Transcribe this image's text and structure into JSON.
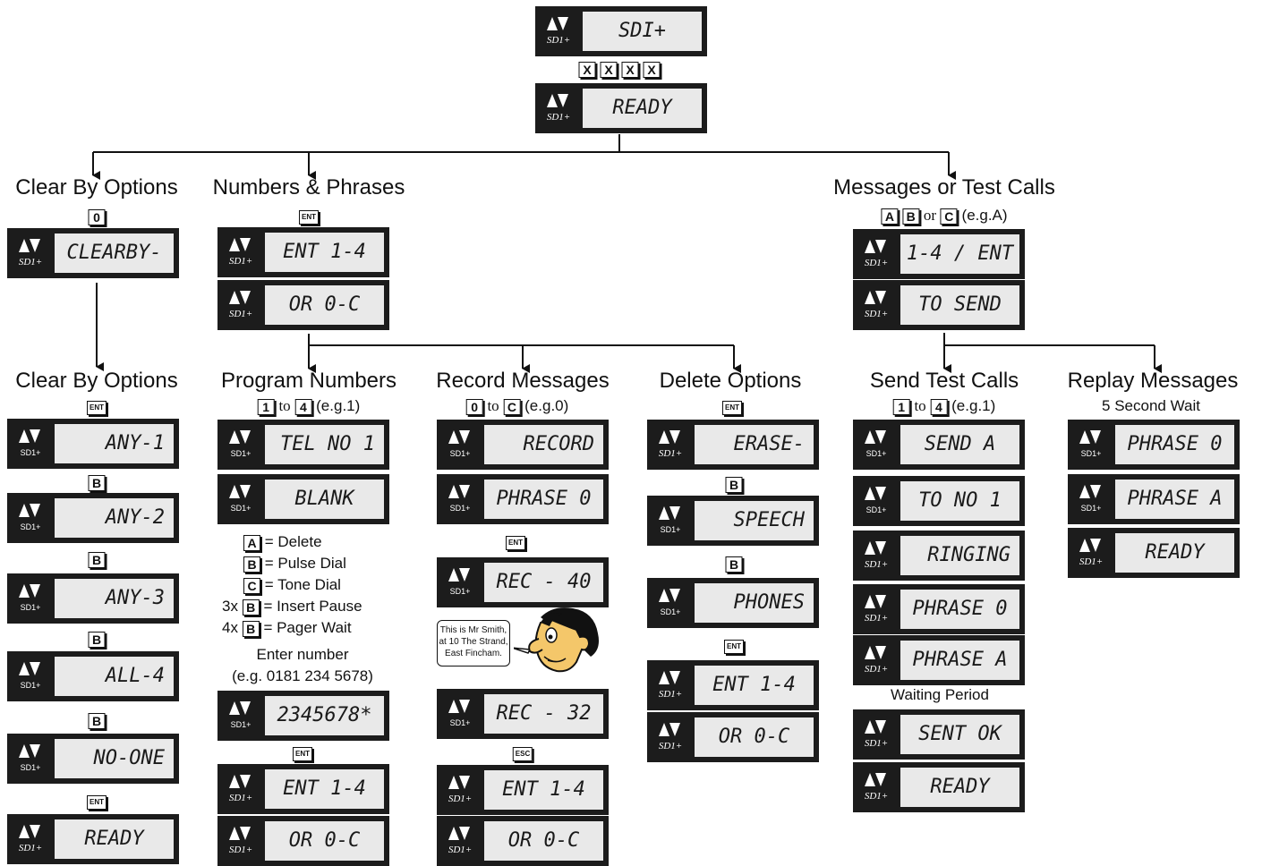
{
  "brand": {
    "logo_label": "SD1+"
  },
  "top": {
    "title_display": "SDI+",
    "keys": [
      "X",
      "X",
      "X",
      "X"
    ],
    "ready_display": "READY"
  },
  "clear_options": {
    "heading": "Clear By Options",
    "key": "0",
    "display": "CLEARBY-"
  },
  "clear_options_list": {
    "heading": "Clear By Options",
    "enter_key": "ENT",
    "displays": [
      "ANY-1",
      "ANY-2",
      "ANY-3",
      "ALL-4",
      "NO-ONE",
      "READY"
    ],
    "next_key": "B"
  },
  "numbers_phrases": {
    "heading": "Numbers & Phrases",
    "key": "ENT",
    "displays": [
      "ENT 1-4",
      "OR 0-C"
    ]
  },
  "program_numbers": {
    "heading": "Program Numbers",
    "key_first": "1",
    "key_to": "to",
    "key_last": "4",
    "example": "(e.g.1)",
    "displays": [
      "TEL NO 1",
      "BLANK"
    ],
    "legend": [
      {
        "prefix": "",
        "key": "A",
        "text": "= Delete"
      },
      {
        "prefix": "",
        "key": "B",
        "text": "= Pulse Dial"
      },
      {
        "prefix": "",
        "key": "C",
        "text": "= Tone Dial"
      },
      {
        "prefix": "3x",
        "key": "B",
        "text": "= Insert Pause"
      },
      {
        "prefix": "4x",
        "key": "B",
        "text": "= Pager Wait"
      }
    ],
    "enter_label": "Enter number",
    "enter_example": "(e.g. 0181 234 5678)",
    "number_display": "2345678*",
    "enter_key": "ENT",
    "end_displays": [
      "ENT 1-4",
      "OR 0-C"
    ]
  },
  "record_messages": {
    "heading": "Record Messages",
    "key_first": "0",
    "key_to": "to",
    "key_last": "C",
    "example": "(e.g.0)",
    "displays": [
      "RECORD",
      "PHRASE 0"
    ],
    "enter_key": "ENT",
    "rec1": "REC - 40",
    "bubble": [
      "This is Mr Smith,",
      "at 10 The Strand,",
      "East Fincham."
    ],
    "rec2": "REC - 32",
    "esc_key": "ESC",
    "end_displays": [
      "ENT 1-4",
      "OR 0-C"
    ]
  },
  "delete_options": {
    "heading": "Delete Options",
    "enter_key": "ENT",
    "displays": [
      "ERASE-",
      "SPEECH",
      "PHONES"
    ],
    "next_key": "B",
    "end_displays": [
      "ENT 1-4",
      "OR 0-C"
    ]
  },
  "messages_test": {
    "heading": "Messages or Test Calls",
    "keys": [
      "A",
      "B"
    ],
    "or_text": "or",
    "key_c": "C",
    "example": "(e.g.A)",
    "displays": [
      "1-4 / ENT",
      "TO SEND"
    ]
  },
  "send_test": {
    "heading": "Send Test Calls",
    "key_first": "1",
    "key_to": "to",
    "key_last": "4",
    "example": "(e.g.1)",
    "displays": [
      "SEND A",
      "TO NO 1",
      "RINGING",
      "PHRASE 0",
      "PHRASE A"
    ],
    "waiting": "Waiting Period",
    "end_displays": [
      "SENT OK",
      "READY"
    ]
  },
  "replay": {
    "heading": "Replay Messages",
    "wait": "5 Second Wait",
    "displays": [
      "PHRASE 0",
      "PHRASE A",
      "READY"
    ]
  }
}
